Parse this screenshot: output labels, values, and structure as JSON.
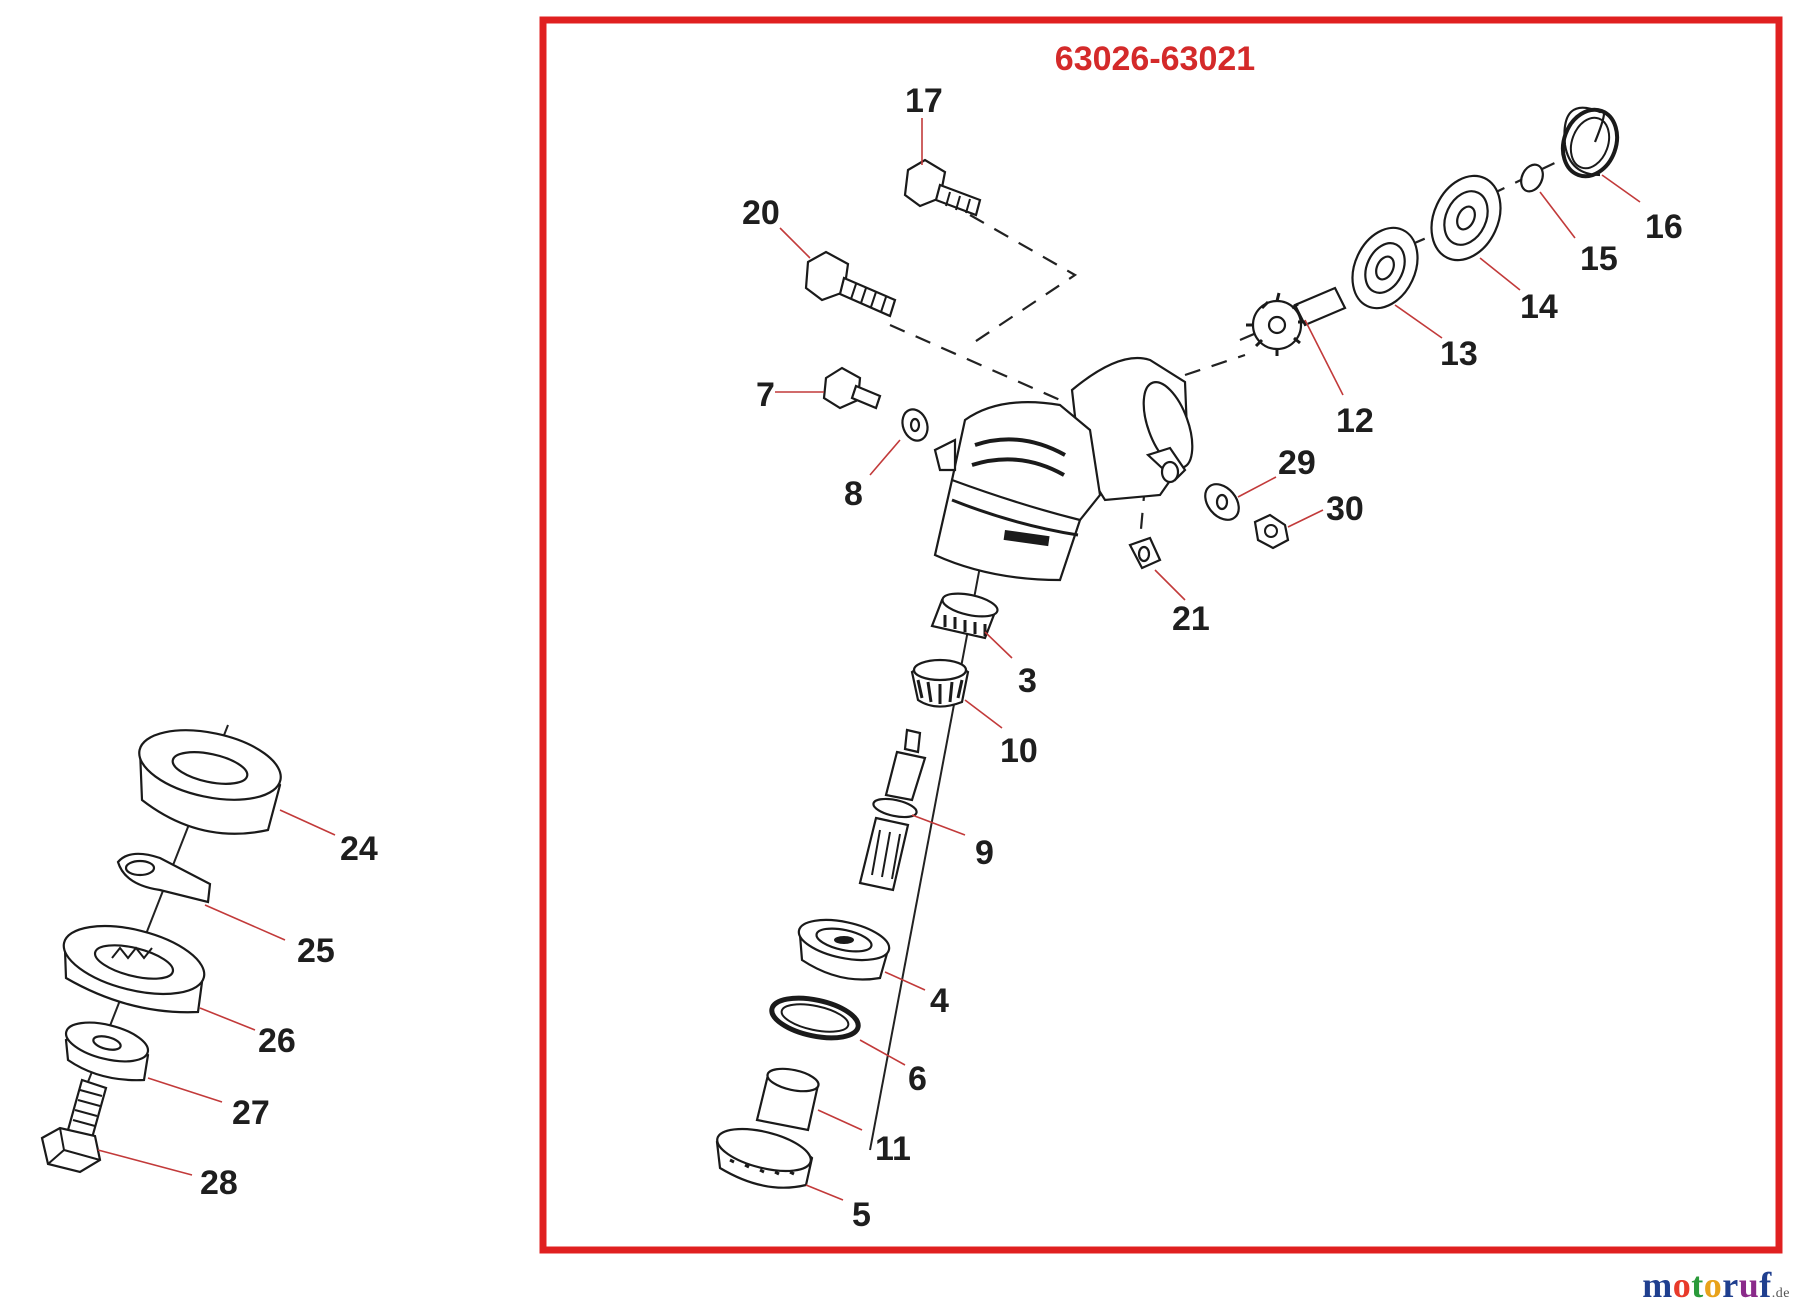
{
  "frame": {
    "title": "63026-63021",
    "border_color": "#e02020",
    "title_color": "#d42a2a"
  },
  "callouts": {
    "p3": "3",
    "p4": "4",
    "p5": "5",
    "p6": "6",
    "p7": "7",
    "p8": "8",
    "p9": "9",
    "p10": "10",
    "p11": "11",
    "p12": "12",
    "p13": "13",
    "p14": "14",
    "p15": "15",
    "p16": "16",
    "p17": "17",
    "p20": "20",
    "p21": "21",
    "p24": "24",
    "p25": "25",
    "p26": "26",
    "p27": "27",
    "p28": "28",
    "p29": "29",
    "p30": "30"
  },
  "watermark": {
    "brand": "motoruf",
    "tld": ".de",
    "colors": [
      "#1f3f8f",
      "#e83a2a",
      "#2a9a3a",
      "#e8a21a",
      "#1f3f8f",
      "#8a2a8a",
      "#1f3f8f"
    ]
  },
  "colors": {
    "leader": "#c23a3a",
    "ink": "#1e1e1e"
  }
}
